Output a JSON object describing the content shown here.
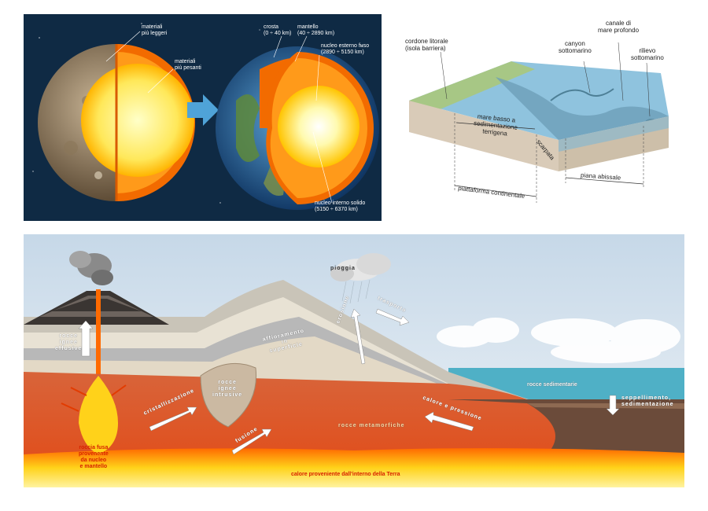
{
  "earth_panel": {
    "labels": {
      "light": "materiali\npiù leggeri",
      "heavy": "materiali\npiù pesanti",
      "crust": "crosta\n(0 ÷ 40 km)",
      "mantle": "mantello\n(40 ÷ 2890 km)",
      "outer_core": "nucleo esterno fuso\n(2890 ÷ 5150 km)",
      "inner_core": "nucleo interno solido\n(5150 ÷ 6370 km)"
    },
    "colors": {
      "space": "#0f2a44",
      "core": "#fff27a",
      "mantle": "#ff9a1a",
      "crust": "#f26b00"
    }
  },
  "ocean_panel": {
    "labels": {
      "barrier": "cordone litorale\n(isola barriera)",
      "canyon": "canyon\nsottomarino",
      "channel": "canale di\nmare profondo",
      "relief": "rilievo\nsottomarino",
      "shallow_sea": "mare basso a\nsedimentazione\nterrigena",
      "slope": "scarpata",
      "abyssal": "piana abissale",
      "shelf": "piattaforma continentale"
    },
    "colors": {
      "water": "#7fb7d6",
      "ground": "#d9cbb8",
      "land": "#9fc47a"
    }
  },
  "rock_panel": {
    "labels": {
      "rain": "pioggia",
      "erosion": "erosione",
      "transport": "trasporto",
      "outcrop": "affioramento\nin\nsuperficie",
      "effusive": "rocce\nignee\neffusive",
      "intrusive": "rocce\nignee\nintrusive",
      "crystallization": "cristallizzazione",
      "sedimentary": "rocce sedimentarie",
      "burial": "seppellimento,\nsedimentazione",
      "heat_pressure": "calore e pressione",
      "metamorphic": "rocce metamorfiche",
      "melting": "fusione",
      "molten": "roccia fusa\nprovenente\nda nucleo\ne mantello",
      "internal_heat": "calore proveniente dall'interno della Terra"
    },
    "colors": {
      "sky": "#dfe9f2",
      "sea": "#4fb0c6",
      "magma": "#ffd21a",
      "metamorphic": "#d8643a"
    }
  }
}
